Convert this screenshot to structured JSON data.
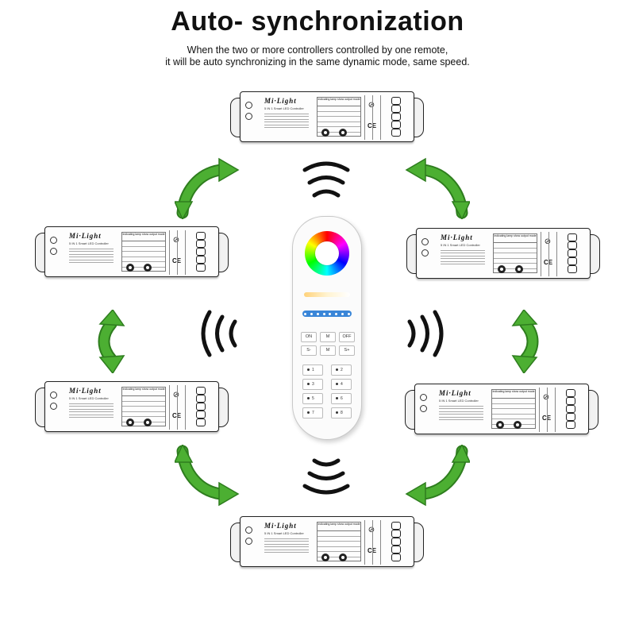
{
  "header": {
    "title": "Auto- synchronization",
    "line1": "When the two or more controllers controlled by one remote,",
    "line2": "it will be auto synchronizing in the same dynamic mode, same speed."
  },
  "controller": {
    "brand": "Mi·Light",
    "model": "5 IN 1 Smart LED Controller",
    "label_head": "Indicating lamp show output mode",
    "ce": "CE"
  },
  "remote": {
    "buttons": [
      "ON",
      "M",
      "OFF",
      "S-",
      "M",
      "S+"
    ],
    "zones": [
      "1",
      "2",
      "3",
      "4",
      "5",
      "6",
      "7",
      "8"
    ]
  },
  "colors": {
    "arrow": "#4caf32",
    "arrow_dark": "#2e7d1e",
    "brightness_bar": "#3a86d8"
  },
  "icons": [
    "arrow-swap-icon",
    "signal-wave-icon",
    "color-wheel-icon",
    "wifi-icon"
  ]
}
